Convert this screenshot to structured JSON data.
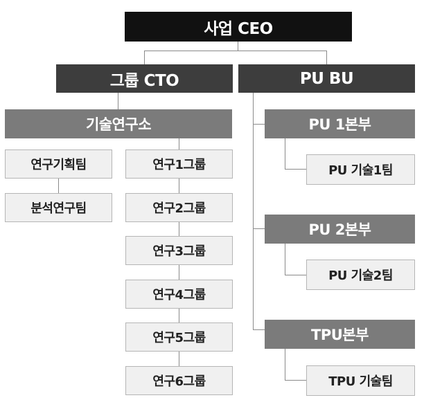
{
  "colors": {
    "top": "#111111",
    "level2": "#3d3d3d",
    "level3": "#7b7b7b",
    "leaf_bg": "#f0f0f0",
    "leaf_border": "#b5b5b5",
    "connector": "#8a8a8a"
  },
  "ceo": "사업 CEO",
  "cto": {
    "label": "그룹 CTO",
    "lab": "기술연구소",
    "planning_teams": [
      "연구기획팀",
      "분석연구팀"
    ],
    "research_groups": [
      "연구1그룹",
      "연구2그룹",
      "연구3그룹",
      "연구4그룹",
      "연구5그룹",
      "연구6그룹"
    ]
  },
  "bu": {
    "label": "PU BU",
    "divisions": [
      {
        "name": "PU 1본부",
        "team": "PU 기술1팀"
      },
      {
        "name": "PU 2본부",
        "team": "PU 기술2팀"
      },
      {
        "name": "TPU본부",
        "team": "TPU 기술팀"
      }
    ]
  }
}
